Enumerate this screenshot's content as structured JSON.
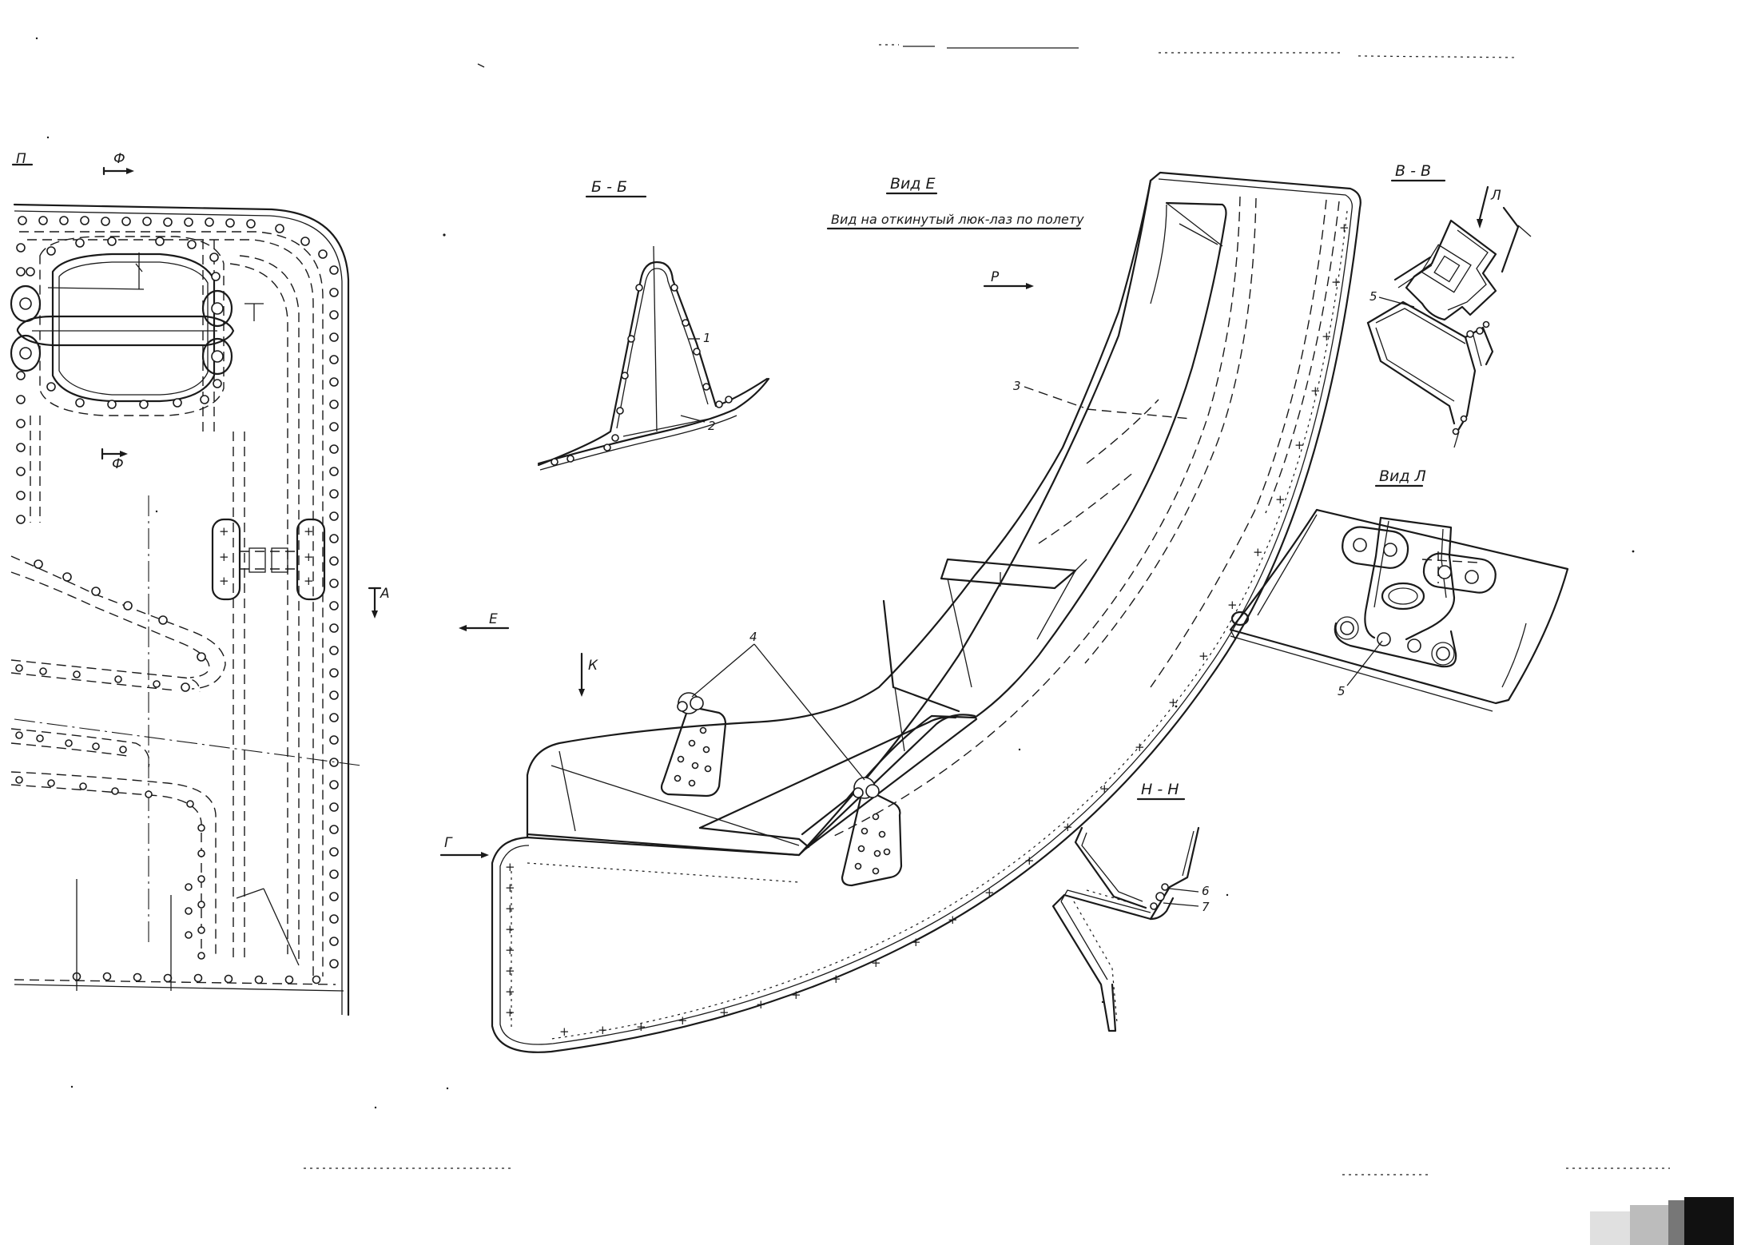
{
  "drawing": {
    "top_left_marker": "П",
    "section_phi_top": "Ф",
    "section_phi_bottom": "Ф",
    "arrow_a": "А",
    "arrow_e": "Е",
    "arrow_k": "К",
    "arrow_g": "Г",
    "arrow_r": "Р",
    "arrow_l": "Л"
  },
  "views": {
    "section_bb": {
      "title": "Б - Б",
      "callouts": [
        "1",
        "2"
      ]
    },
    "view_e": {
      "title": "Вид Е",
      "caption": "Вид на откинутый люк-лаз по полету",
      "callouts": [
        "3",
        "4"
      ]
    },
    "section_vv": {
      "title": "В - В",
      "callouts": [
        "5"
      ]
    },
    "view_l": {
      "title": "Вид Л",
      "callouts": [
        "5"
      ]
    },
    "section_nn": {
      "title": "Н - Н",
      "callouts": [
        "6",
        "7"
      ]
    }
  }
}
